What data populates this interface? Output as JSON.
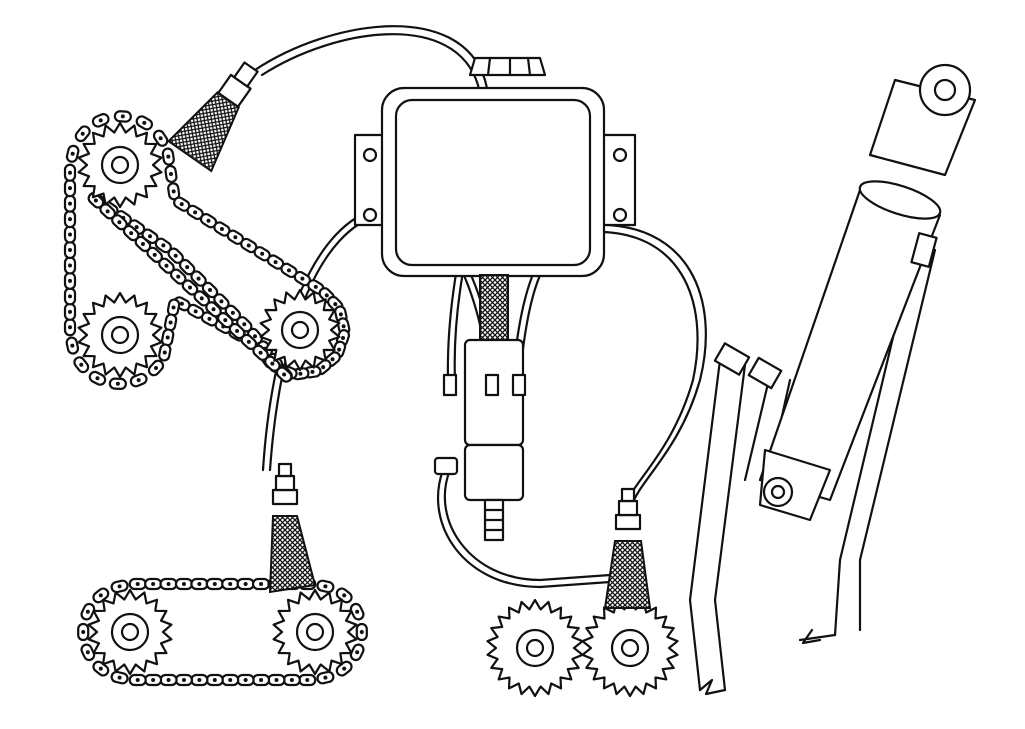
{
  "diagram": {
    "components": [
      "chain-drive-upper",
      "chain-drive-lower",
      "spur-gear-pair",
      "oil-reservoir",
      "oil-pump",
      "hydraulic-cylinder",
      "oil-lines",
      "brush-nozzles"
    ],
    "colors": {
      "line": "#111111",
      "background": "#ffffff"
    }
  }
}
